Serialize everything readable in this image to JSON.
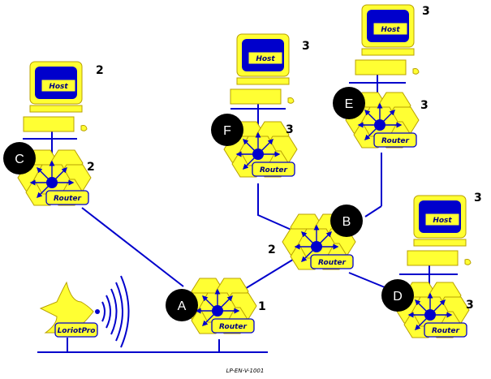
{
  "routers": [
    {
      "id": "A",
      "hops": "1",
      "label": "Router"
    },
    {
      "id": "B",
      "hops": "2",
      "label": "Router"
    },
    {
      "id": "C",
      "hops": "2",
      "label": "Router"
    },
    {
      "id": "D",
      "hops": "3",
      "label": "Router"
    },
    {
      "id": "E",
      "hops": "3",
      "label": "Router"
    },
    {
      "id": "F",
      "hops": "3",
      "label": "Router"
    }
  ],
  "hosts": [
    {
      "name": "Host",
      "hops": "2"
    },
    {
      "name": "Host",
      "hops": "3"
    },
    {
      "name": "Host",
      "hops": "3"
    },
    {
      "name": "Host",
      "hops": "3"
    }
  ],
  "station": {
    "label": "LoriotPro"
  },
  "caption": "LP-EN-V-1001",
  "colors": {
    "hex_fill": "#ffff33",
    "hex_stroke": "#b8a000",
    "link": "#0000cc",
    "badge": "#000000"
  }
}
